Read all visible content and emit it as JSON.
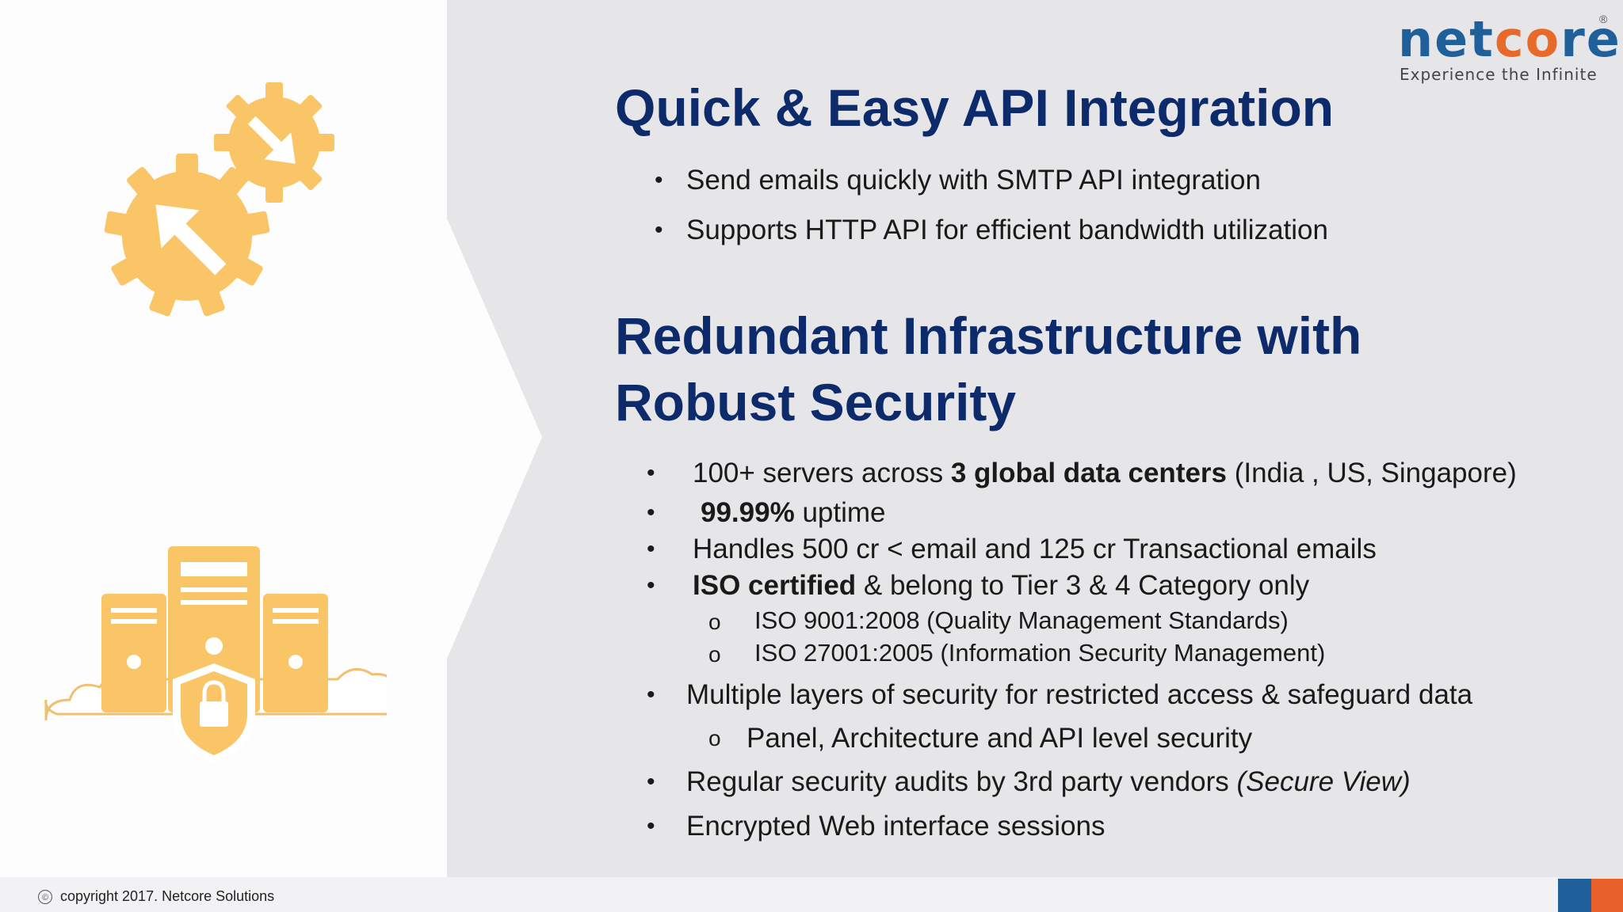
{
  "brand": {
    "logo_text": "netcore",
    "tagline": "Experience the Infinite",
    "colors": {
      "primary": "#1f5f9a",
      "accent": "#e86a2a",
      "heading": "#0d2a6b",
      "illustration": "#f9c567"
    }
  },
  "section1": {
    "title": "Quick & Easy API Integration",
    "bullets": [
      "Send emails quickly with SMTP API integration",
      "Supports HTTP API for efficient bandwidth utilization"
    ]
  },
  "section2": {
    "title_line1": "Redundant Infrastructure with",
    "title_line2": "Robust Security",
    "b1": {
      "pre": "100+ servers across ",
      "bold": "3 global data centers",
      "post": " (India , US, Singapore)"
    },
    "b2": {
      "bold": "99.99%",
      "post": " uptime"
    },
    "b3": "Handles 500 cr < email and 125 cr Transactional emails",
    "b4": {
      "bold": "ISO certified",
      "post": " & belong to Tier 3 & 4  Category only"
    },
    "b4_sub": [
      "ISO 9001:2008 (Quality Management Standards)",
      "ISO 27001:2005 (Information Security Management)"
    ],
    "b5": "Multiple layers of security for restricted access & safeguard data",
    "b5_sub": "Panel, Architecture and API level security",
    "b6": {
      "pre": "Regular security audits by 3rd party vendors ",
      "italic": "(Secure View)"
    },
    "b7": "Encrypted Web interface sessions"
  },
  "icons": {
    "gears": "gears-arrows-icon",
    "servers": "cloud-servers-lock-icon",
    "copyright": "copyright-icon"
  },
  "footer": {
    "copyright": "copyright 2017. Netcore Solutions",
    "copyright_symbol": "©"
  }
}
